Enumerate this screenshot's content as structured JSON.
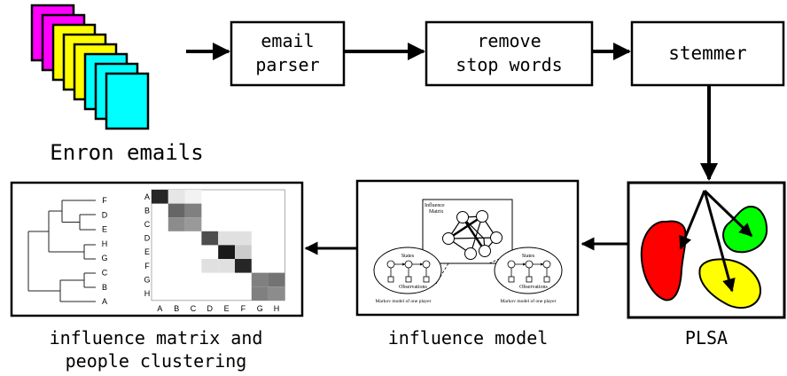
{
  "source": {
    "label": "Enron emails"
  },
  "steps": {
    "parser": {
      "line1": "email",
      "line2": "parser"
    },
    "stopwords": {
      "line1": "remove",
      "line2": "stop words"
    },
    "stemmer": {
      "label": "stemmer"
    },
    "plsa": {
      "label": "PLSA"
    },
    "influence_model": {
      "label": "influence model",
      "matrix_label": [
        "Influence",
        "Matrix"
      ],
      "states_label": "States",
      "observations_label": "Observations",
      "markov_caption": "Markov model of one player"
    },
    "matrix": {
      "label_line1": "influence matrix and",
      "label_line2": "people clustering",
      "row_labels": [
        "A",
        "B",
        "C",
        "D",
        "E",
        "F",
        "G",
        "H"
      ],
      "col_labels": [
        "A",
        "B",
        "C",
        "D",
        "E",
        "F",
        "G",
        "H"
      ],
      "dendrogram_labels": [
        "F",
        "D",
        "E",
        "H",
        "G",
        "C",
        "B",
        "A"
      ],
      "cells": [
        [
          0.85,
          0.1,
          0.05,
          0,
          0,
          0,
          0,
          0
        ],
        [
          0,
          0.6,
          0.5,
          0,
          0,
          0,
          0,
          0
        ],
        [
          0,
          0.45,
          0.4,
          0,
          0,
          0,
          0,
          0
        ],
        [
          0,
          0,
          0,
          0.7,
          0.12,
          0.12,
          0,
          0
        ],
        [
          0,
          0,
          0,
          0,
          0.9,
          0.2,
          0,
          0
        ],
        [
          0,
          0,
          0,
          0.12,
          0.12,
          0.85,
          0,
          0
        ],
        [
          0,
          0,
          0,
          0,
          0,
          0,
          0.5,
          0.55
        ],
        [
          0,
          0,
          0,
          0,
          0,
          0,
          0.5,
          0.45
        ]
      ]
    }
  },
  "colors": {
    "email_stack": [
      "#ff00ff",
      "#ff00ff",
      "#ffff00",
      "#ffff00",
      "#ffff00",
      "#00ffff",
      "#00ffff",
      "#00ffff"
    ],
    "plsa_blobs": {
      "red": "#ff0000",
      "green": "#00ff00",
      "yellow": "#ffff00"
    }
  }
}
